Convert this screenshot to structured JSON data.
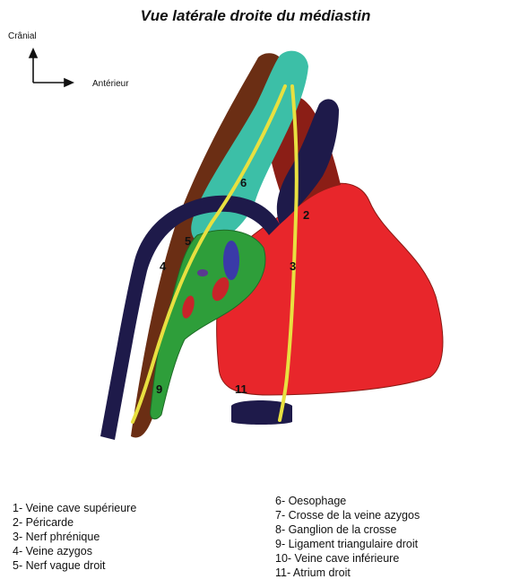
{
  "title": "Vue latérale droite du médiastin",
  "orientation": {
    "cranial": "Crânial",
    "anterior": "Antérieur"
  },
  "colors": {
    "atrium": "#e8262b",
    "pericardium": "#8b1e16",
    "azygos": "#1e1a4a",
    "esophagus": "#3cbfa7",
    "esophagus_dark": "#1f7f6e",
    "ganglion": "#2e9e3a",
    "nerve": "#e8e040",
    "muscle": "#6b2e14",
    "vessel_blue": "#3a3aa8"
  },
  "numbers": {
    "n2": "2",
    "n3": "3",
    "n4": "4",
    "n5": "5",
    "n6": "6",
    "n9": "9",
    "n11": "11"
  },
  "legend_left": [
    "1- Veine cave supérieure",
    "2- Péricarde",
    "3- Nerf phrénique",
    "4- Veine azygos",
    "5- Nerf vague droit"
  ],
  "legend_right": [
    "6- Oesophage",
    "7- Crosse de la veine azygos",
    "8- Ganglion de la crosse",
    "9- Ligament triangulaire droit",
    "10- Veine cave inférieure",
    "11- Atrium droit"
  ]
}
